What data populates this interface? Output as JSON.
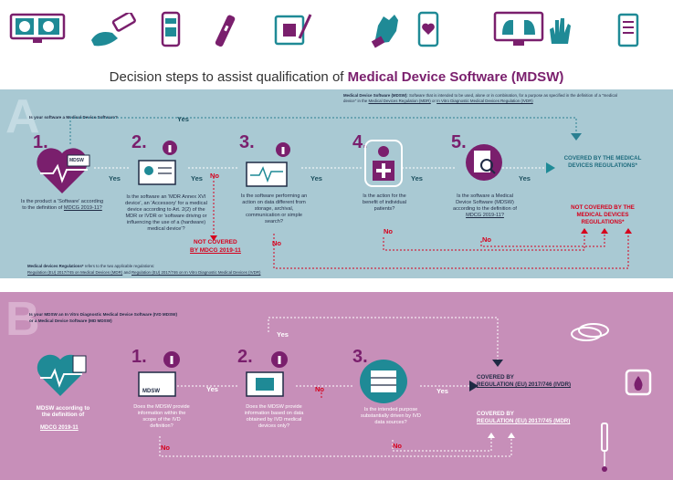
{
  "title": {
    "prefix": "Decision steps to assist qualification of ",
    "emphasis": "Medical Device Software (MDSW)"
  },
  "section_a": {
    "letter": "A",
    "question": "Is your software a Medical Device Software?",
    "definition_label": "Medical Device Software (MDSW):",
    "definition_text": "Software that is intended to be used, alone or in combination, for a purpose as specified in the definition of a \"medical device\" in the",
    "definition_link1": "Medical Devices Regulation (MDR)",
    "definition_or": "or",
    "definition_link2": "In Vitro Diagnostic Medical Devices Regulation (IVDR)",
    "steps": [
      {
        "num": "1.",
        "text": "Is the product a 'Software' according to the definition of",
        "ref": "MDCG 2019-11?"
      },
      {
        "num": "2.",
        "text": "Is the software an 'MDR Annex XVI device', an 'Accessory' for a medical device according to Art. 2(2) of the MDR or IVDR or 'software driving or influencing the use of a (hardware) medical device'?",
        "ref": ""
      },
      {
        "num": "3.",
        "text": "Is the software performing an action on data different from storage, archival, communication or simple search?",
        "ref": ""
      },
      {
        "num": "4.",
        "text": "Is the action for the benefit of individual patients?",
        "ref": ""
      },
      {
        "num": "5.",
        "text": "Is the software a Medical Device Software (MDSW) according to the definition of",
        "ref": "MDCG 2019-11?"
      }
    ],
    "yes": "Yes",
    "no": "No",
    "mdsw_label": "MDSW",
    "covered": "COVERED BY THE MEDICAL DEVICES REGULATIONS*",
    "not_covered": "NOT COVERED BY THE MEDICAL DEVICES REGULATIONS*",
    "not_covered_mdcg_1": "NOT COVERED",
    "not_covered_mdcg_2": "BY MDCG 2019-11",
    "footnote_label": "Medical devices Regulations*",
    "footnote_text": "refers to the two applicable regulations:",
    "footnote_link1": "Regulation (EU) 2017/745 on Medical Devices (MDR)",
    "footnote_and": "and",
    "footnote_link2": "Regulation (EU) 2017/746 on In Vitro Diagnostic Medical Devices (IVDR)"
  },
  "section_b": {
    "letter": "B",
    "question_1": "Is your MDSW an In Vitro Diagnostic Medical Device Software (IVD MDSW)",
    "question_2": "or a Medical Device Software (MD MDSW)",
    "start_text": "MDSW according to the definition of",
    "start_ref": "MDCG 2019-11",
    "steps": [
      {
        "num": "1.",
        "text": "Does the MDSW provide information within the scope of the IVD definition?"
      },
      {
        "num": "2.",
        "text": "Does the MDSW provide information based on data obtained by IVD medical devices only?"
      },
      {
        "num": "3.",
        "text": "Is the intended purpose substantially driven by IVD data sources?"
      }
    ],
    "yes": "Yes",
    "no": "No",
    "mdsw_label": "MDSW",
    "covered_ivdr_1": "COVERED BY",
    "covered_ivdr_2": "REGULATION (EU) 2017/746 (IVDR)",
    "covered_mdr_1": "COVERED BY",
    "covered_mdr_2": "REGULATION (EU) 2017/745 (MDR)"
  },
  "colors": {
    "purple": "#7a1f6d",
    "teal": "#1f8a96",
    "red": "#d6001c",
    "blue_bg": "#a9c9d3",
    "pink_bg": "#c78fb9",
    "navy": "#1f2a44"
  }
}
